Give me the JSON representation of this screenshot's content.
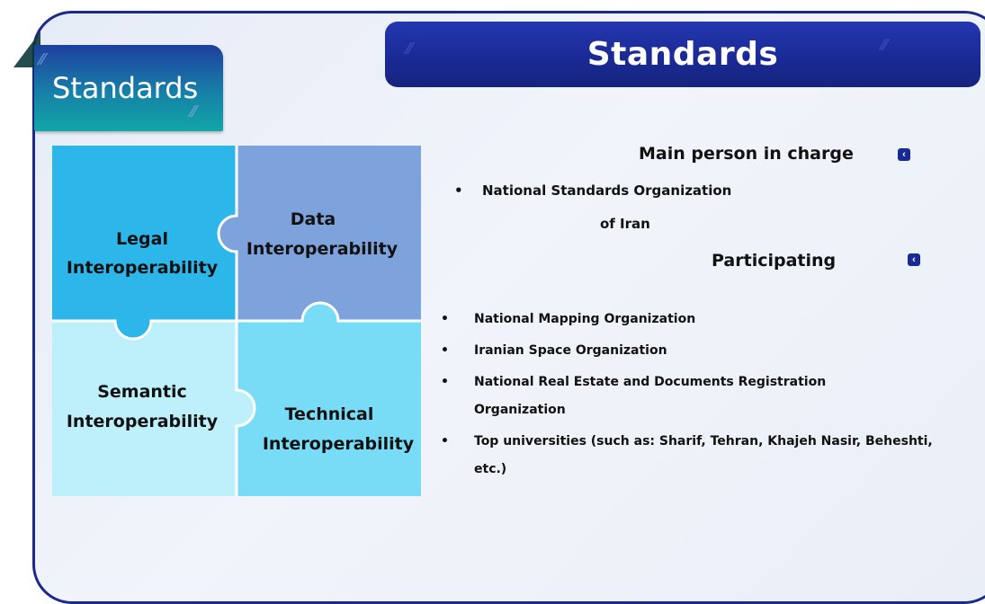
{
  "title": "Standards",
  "section_tab": "Standards",
  "puzzle": {
    "pieces": [
      {
        "label_line1": "Legal",
        "label_line2": "Interoperability",
        "color": "#2cb6ea"
      },
      {
        "label_line1": "Data",
        "label_line2": "Interoperability",
        "color": "#7ea3dc"
      },
      {
        "label_line1": "Semantic",
        "label_line2": "Interoperability",
        "color": "#bdf0fb"
      },
      {
        "label_line1": "Technical",
        "label_line2": "Interoperability",
        "color": "#79dcf7"
      }
    ]
  },
  "main_heading": "Main person in charge",
  "main_org": {
    "line1": "National Standards Organization",
    "line2": "of Iran"
  },
  "participating_heading": "Participating",
  "participants": [
    "National Mapping Organization",
    "Iranian Space Organization",
    "National Real Estate and Documents Registration Organization",
    "Top universities (such as: Sharif, Tehran, Khajeh Nasir, Beheshti, etc.)"
  ],
  "colors": {
    "title_banner": "#1a2a95",
    "frame_border": "#1b2a8a",
    "tab_gradient_end": "#12a6a6"
  },
  "icons": [
    "nav-left-icon"
  ]
}
